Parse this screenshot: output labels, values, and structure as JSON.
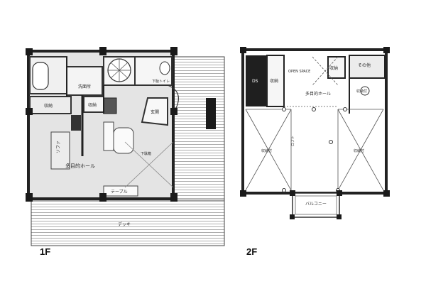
{
  "floors": {
    "first": {
      "tag": "1F",
      "rooms": {
        "wash": "洗面所",
        "toilet": "下駄トイレ",
        "storage_left": "収納",
        "storage_mid": "収納",
        "entrance": "玄関",
        "hall": "多目的ホール",
        "table": "テーブル",
        "sofa": "ソファ",
        "deck": "デッキ",
        "hall_fixture": "下駄箱"
      }
    },
    "second": {
      "tag": "2F",
      "rooms": {
        "ds": "DS",
        "storage_top": "収納",
        "storage_side": "収納",
        "other": "その他",
        "hall": "多目的ホール",
        "open_space": "OPEN SPACE",
        "storage_right_top": "収納付",
        "storage_left_bottom": "収納付",
        "storage_right_bottom": "収納付",
        "balcony": "バルコニー",
        "center_note": "ロフト"
      }
    }
  }
}
